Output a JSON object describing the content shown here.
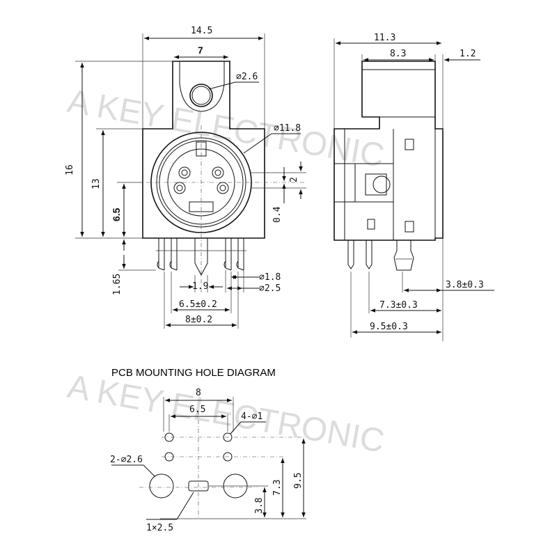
{
  "watermark": "A KEY ELECTRONIC",
  "front_view": {
    "width_total": "14.5",
    "width_top": "7",
    "hole_dia": "⌀2.6",
    "body_dia": "⌀11.8",
    "height_total": "16",
    "height_13": "13",
    "height_65": "6.5",
    "pin_len": "1.65",
    "dim_2": "2",
    "dim_04": "0.4",
    "pin_pitch": "1.9",
    "dia_18": "⌀1.8",
    "dia_25": "⌀2.5",
    "span_65": "6.5±0.2",
    "span_8": "8±0.2"
  },
  "side_view": {
    "width_total": "11.3",
    "width_83": "8.3",
    "width_12": "1.2",
    "dim_38": "3.8±0.3",
    "dim_73": "7.3±0.3",
    "dim_95": "9.5±0.3"
  },
  "pcb": {
    "title": "PCB MOUNTING HOLE DIAGRAM",
    "w8": "8",
    "w65": "6.5",
    "holes_small": "4-⌀1",
    "holes_big": "2-⌀2.6",
    "slot": "1×2.5",
    "h38": "3.8",
    "h73": "7.3",
    "h95": "9.5"
  }
}
